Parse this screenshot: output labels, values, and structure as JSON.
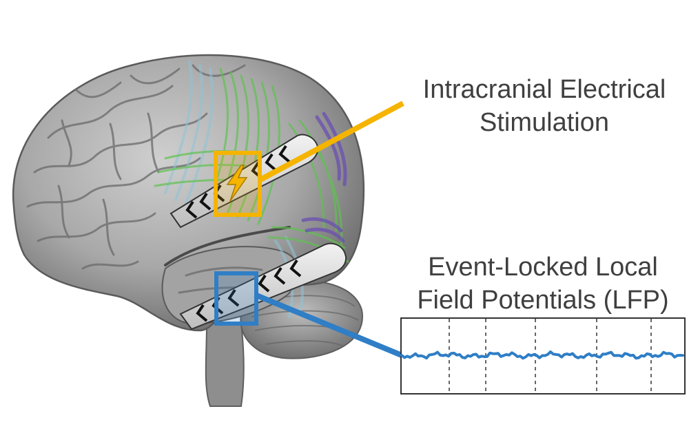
{
  "stimulation": {
    "title_line1": "Intracranial Electrical",
    "title_line2": "Stimulation"
  },
  "lfp": {
    "title_line1": "Event-Locked Local",
    "title_line2": "Field Potentials (LFP)"
  },
  "colors": {
    "stimulation_accent": "#F5B400",
    "lfp_accent": "#2F7EC6",
    "brain_gray": "#9a9a9a",
    "tract_green": "#5fc24f",
    "tract_blue": "#8fc4d8",
    "tract_purple": "#6a4fb3",
    "text": "#3f3f3f"
  },
  "icons": {
    "stimulation": "lightning-bolt-icon"
  }
}
